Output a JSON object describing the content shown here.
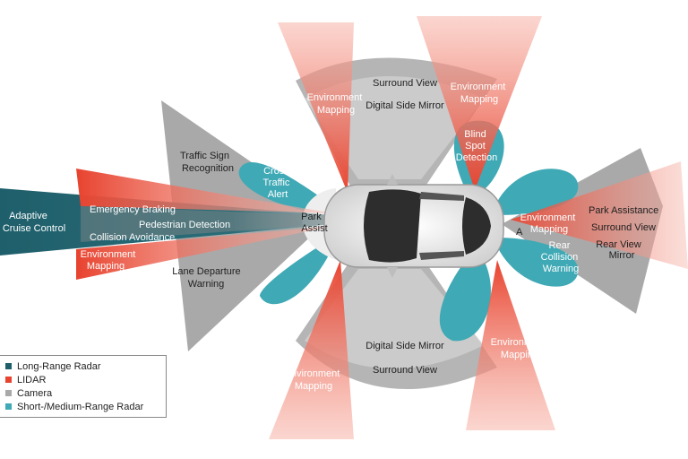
{
  "colors": {
    "long_range_radar": "#1e5f6b",
    "lidar": "#e8432f",
    "camera": "#a9a9a9",
    "short_medium_range_radar": "#3fa9b5"
  },
  "labels": {
    "adaptive_cruise_line1": "Adaptive",
    "adaptive_cruise_line2": "Cruise Control",
    "emergency_braking": "Emergency Braking",
    "pedestrian_detection": "Pedestrian Detection",
    "collision_avoidance": "Collision Avoidance",
    "env_left_line1": "Environment",
    "env_left_line2": "Mapping",
    "traffic_sign_line1": "Traffic Sign",
    "traffic_sign_line2": "Recognition",
    "cross_traffic_line1": "Cross",
    "cross_traffic_line2": "Traffic",
    "cross_traffic_line3": "Alert",
    "park_assist_line1": "Park",
    "park_assist_line2": "Assist",
    "lane_departure_line1": "Lane Departure",
    "lane_departure_line2": "Warning",
    "env_top_left_line1": "Environment",
    "env_top_left_line2": "Mapping",
    "surround_view_top": "Surround View",
    "digital_mirror_top": "Digital Side Mirror",
    "env_top_right_line1": "Environment",
    "env_top_right_line2": "Mapping",
    "blind_spot_line1": "Blind",
    "blind_spot_line2": "Spot",
    "blind_spot_line3": "Detection",
    "env_right_line1": "Environment",
    "env_right_line2": "Mapping",
    "park_assistance": "Park Assistance",
    "surround_view_right": "Surround View",
    "rear_view_line1": "Rear View",
    "rear_view_line2": "Mirror",
    "rear_collision_line1": "Rear",
    "rear_collision_line2": "Collision",
    "rear_collision_line3": "Warning",
    "digital_mirror_bottom": "Digital Side Mirror",
    "surround_view_bottom": "Surround View",
    "env_bottom_left_line1": "Environment",
    "env_bottom_left_line2": "Mapping",
    "env_bottom_right_line1": "Environment",
    "env_bottom_right_line2": "Mapping",
    "partial_right_rear": "A"
  },
  "legend": [
    {
      "label": "Long-Range Radar",
      "color": "#1e5f6b"
    },
    {
      "label": "LIDAR",
      "color": "#e8432f"
    },
    {
      "label": "Camera",
      "color": "#a9a9a9"
    },
    {
      "label": "Short-/Medium-Range Radar",
      "color": "#3fa9b5"
    }
  ]
}
